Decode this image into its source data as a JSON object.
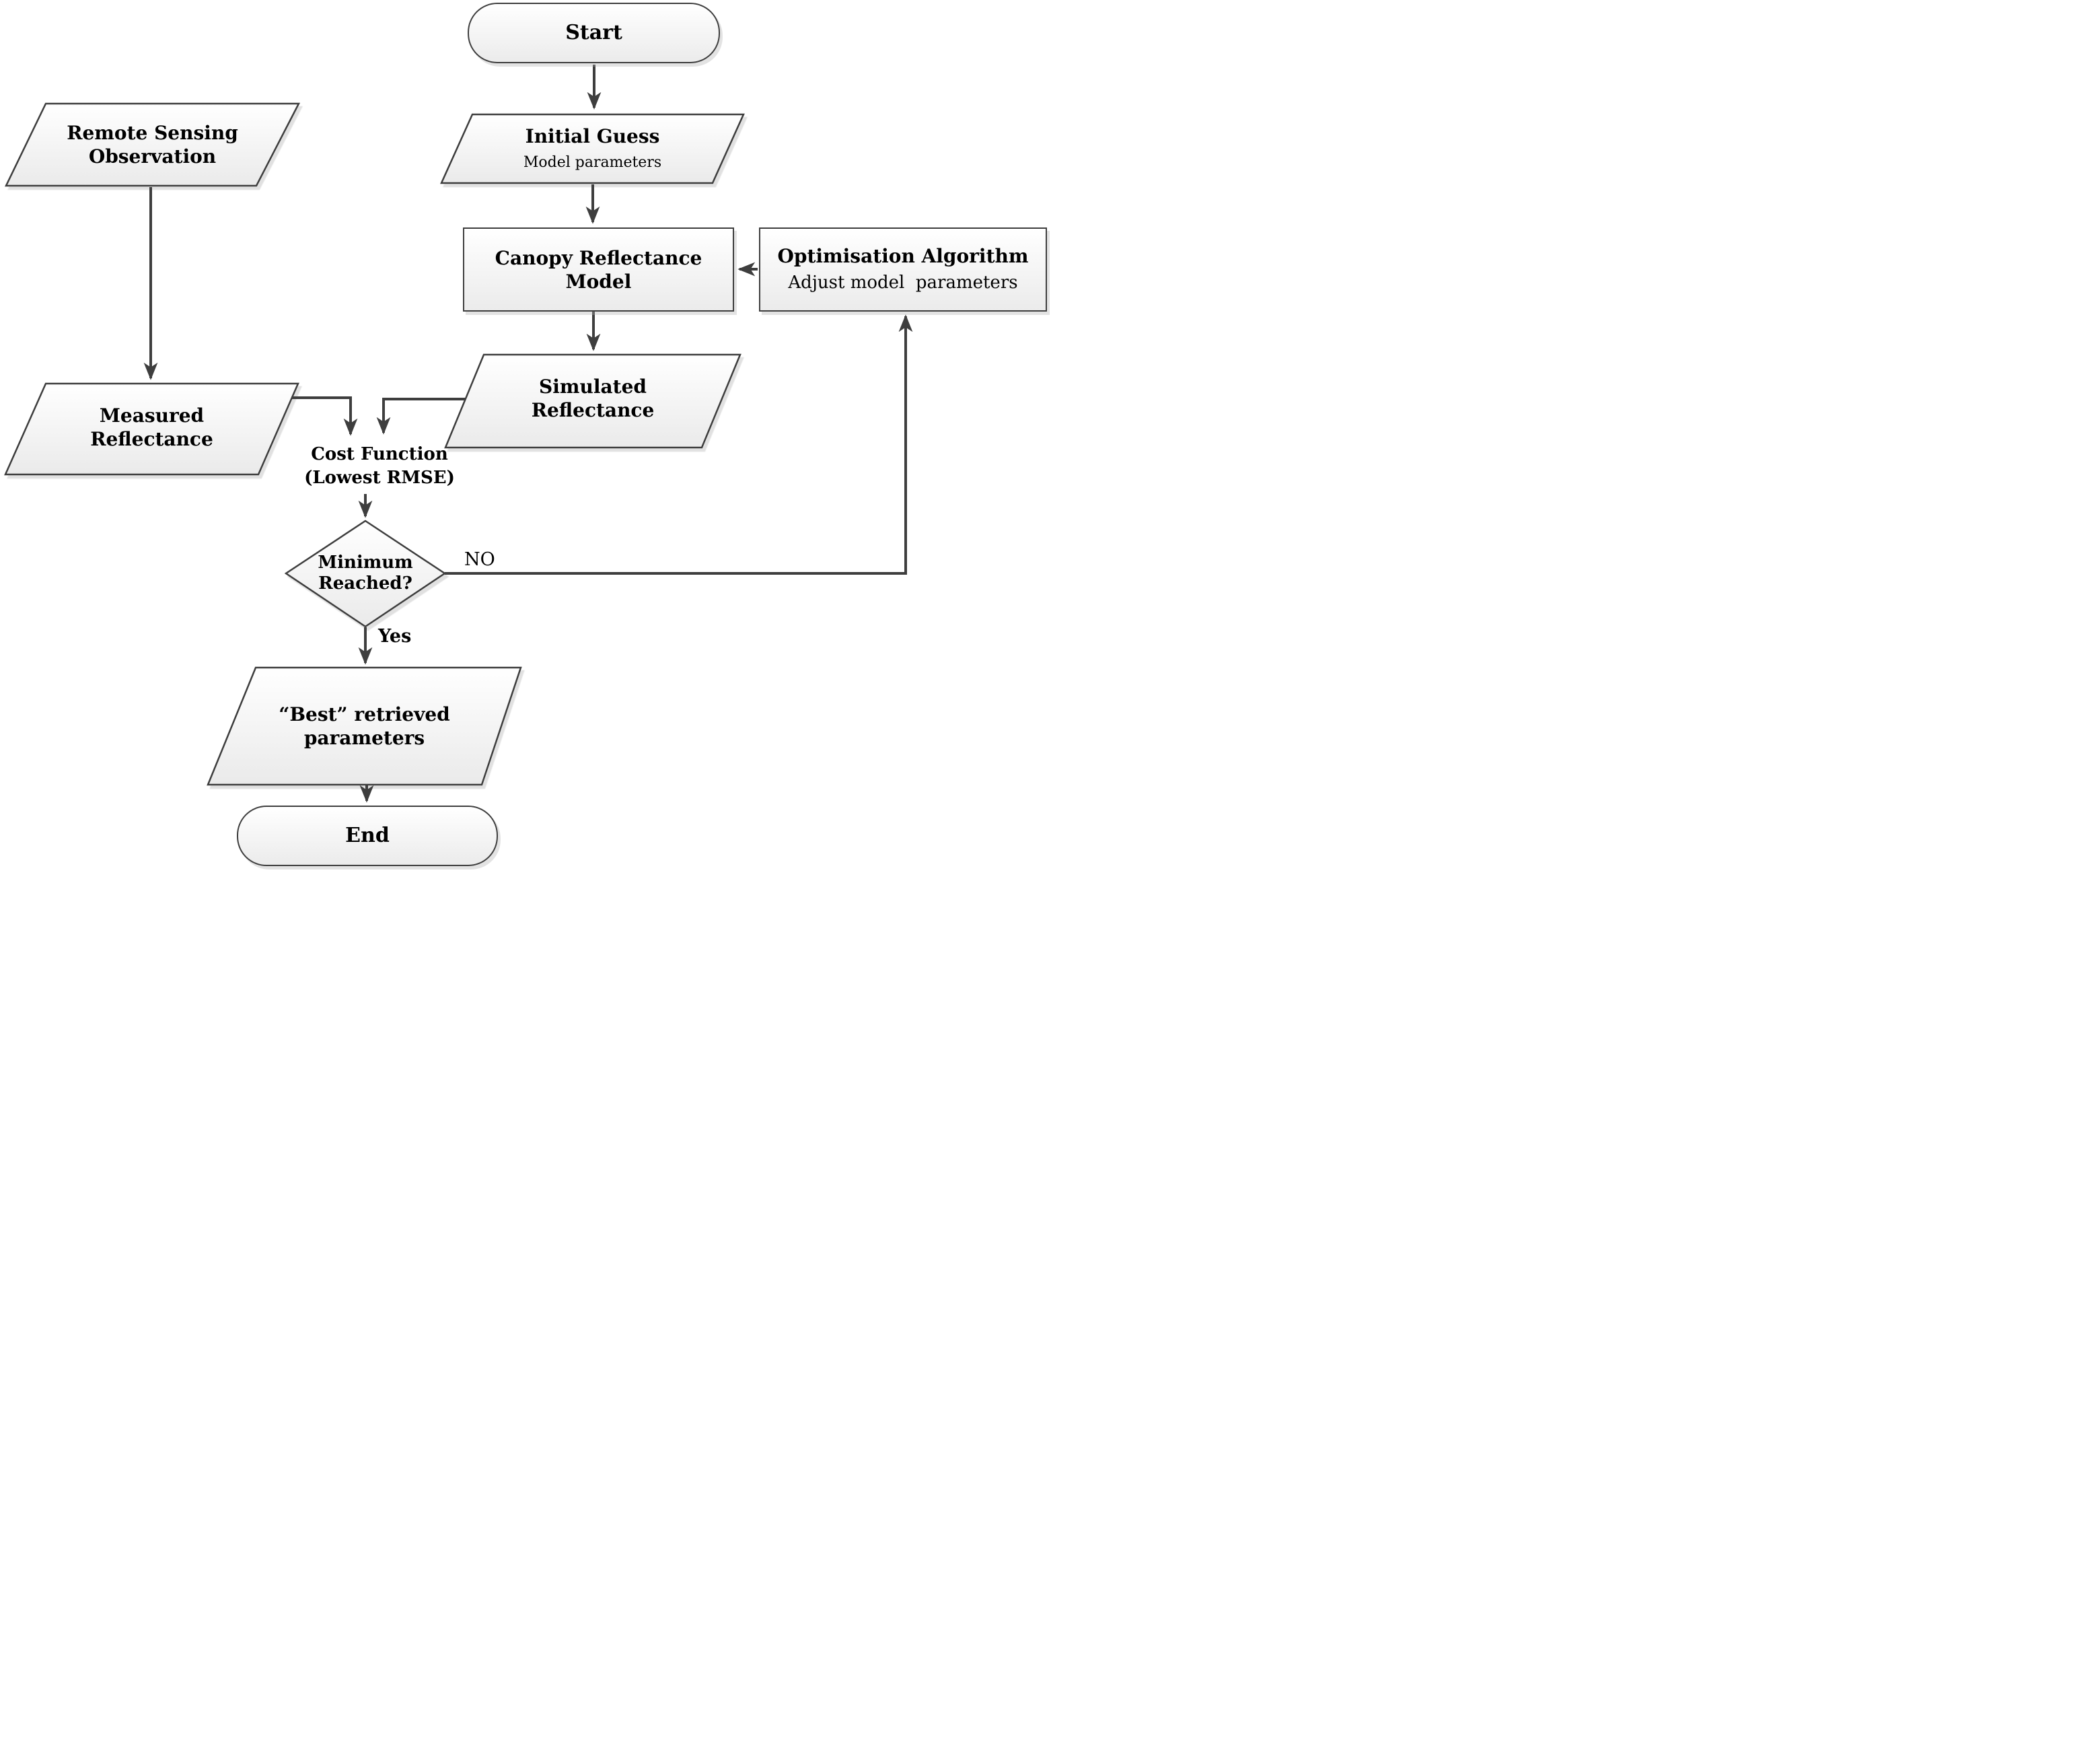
{
  "flowchart": {
    "colors": {
      "stroke": "#3e3e3e",
      "fill_top": "#ffffff",
      "fill_bottom": "#ebebeb",
      "text": "#000000",
      "background": "#ffffff"
    },
    "start": {
      "label": "Start"
    },
    "remote_sensing": {
      "line1": "Remote Sensing",
      "line2": "Observation"
    },
    "initial_guess": {
      "title": "Initial Guess",
      "subtitle": "Model parameters"
    },
    "canopy_model": {
      "title": "Canopy Reflectance Model"
    },
    "optimisation": {
      "title": "Optimisation Algorithm",
      "subtitle": "Adjust model  parameters"
    },
    "measured": {
      "line1": "Measured",
      "line2": "Reflectance"
    },
    "simulated": {
      "line1": "Simulated",
      "line2": "Reflectance"
    },
    "cost_function": {
      "line1": "Cost Function",
      "line2": "(Lowest RMSE)"
    },
    "decision": {
      "line1": "Minimum",
      "line2": "Reached?"
    },
    "labels": {
      "no": "NO",
      "yes": "Yes"
    },
    "best_params": {
      "line1": "“Best” retrieved",
      "line2": "parameters"
    },
    "end": {
      "label": "End"
    }
  }
}
